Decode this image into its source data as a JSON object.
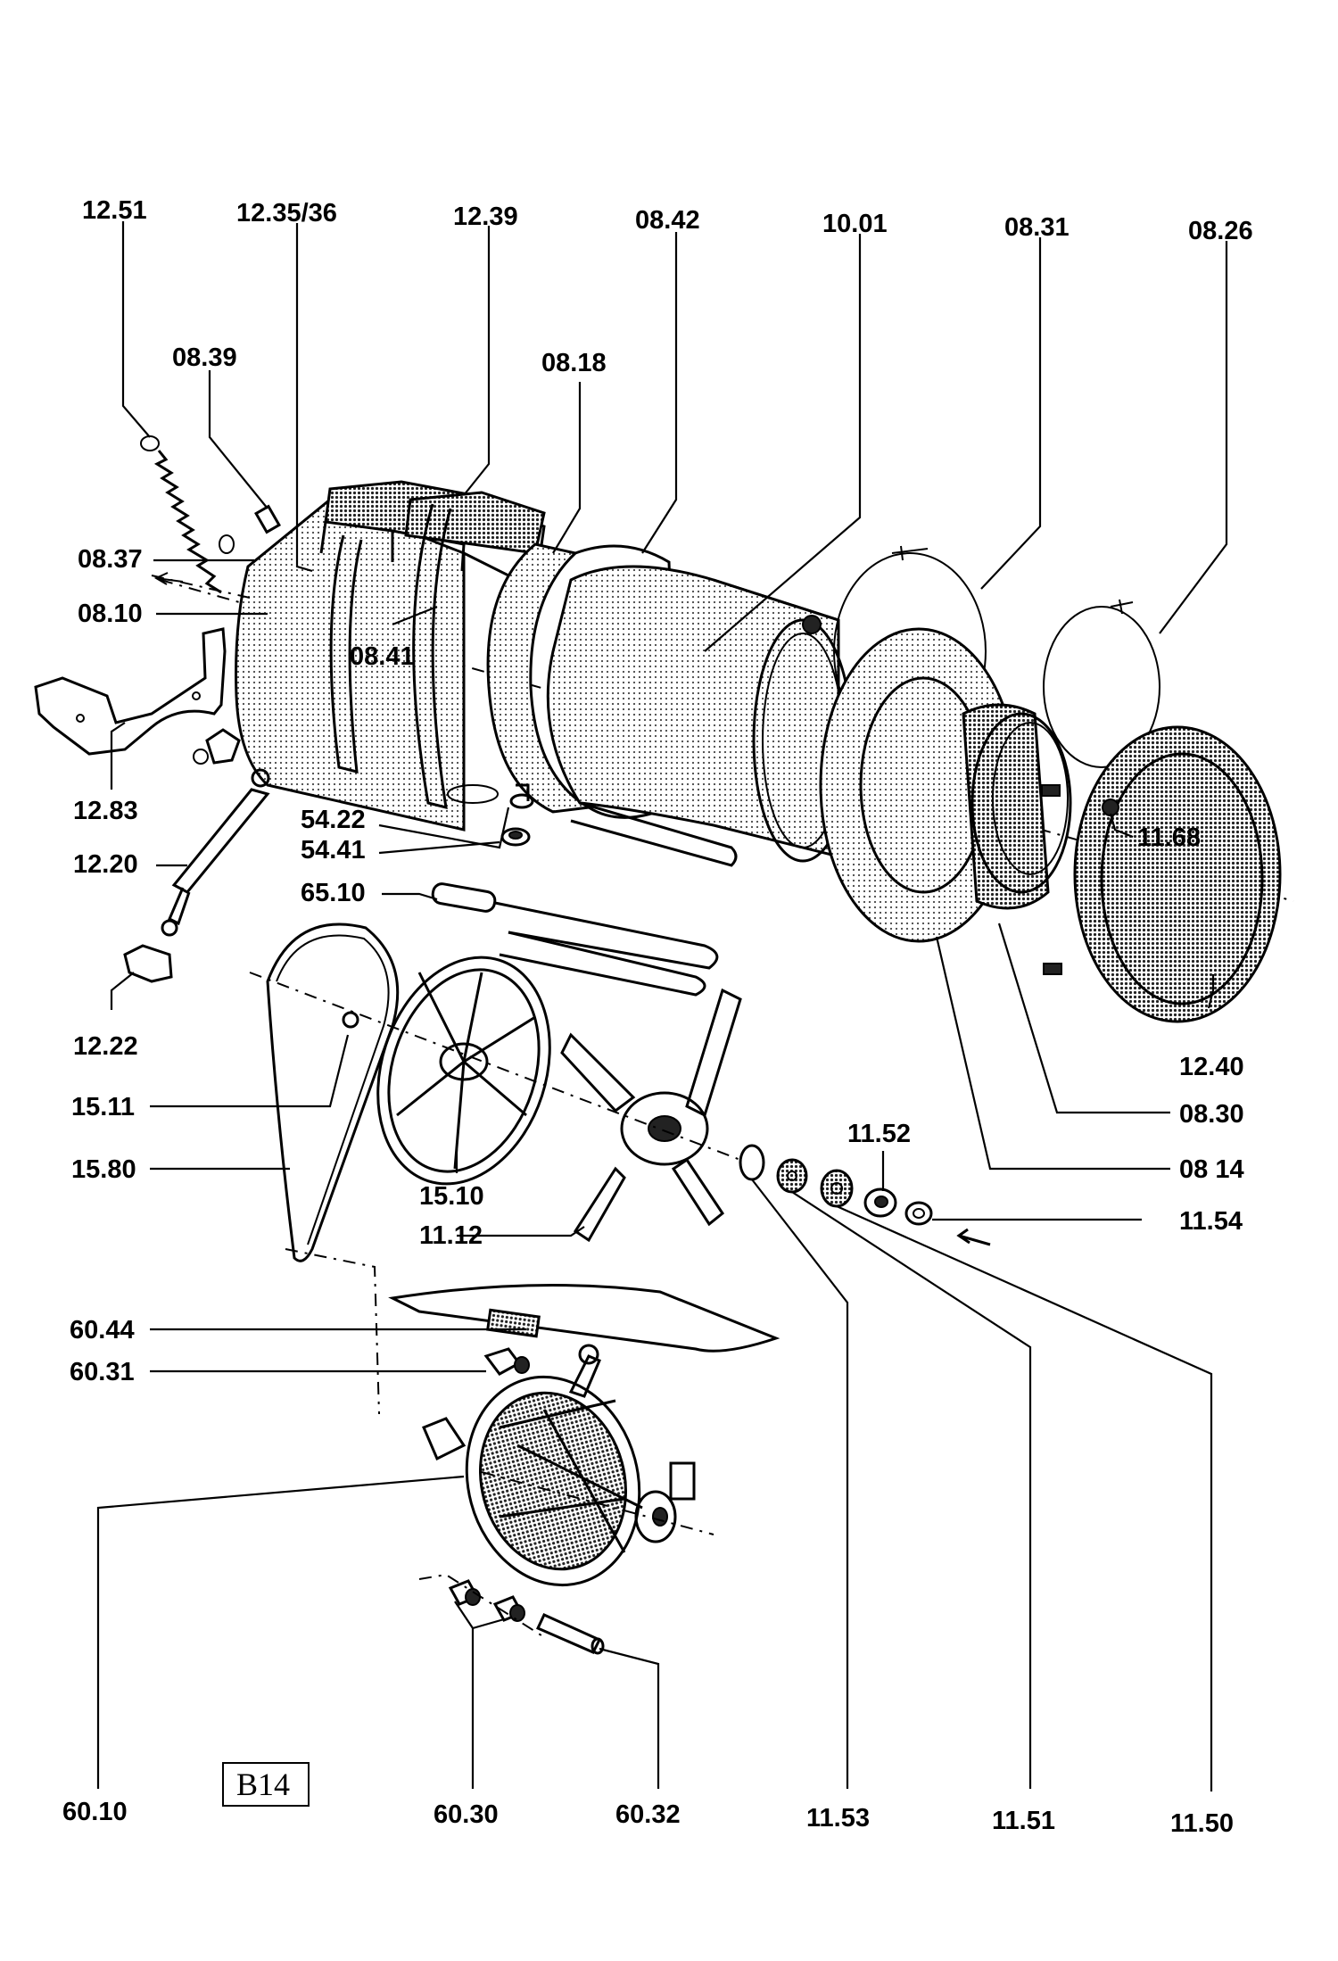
{
  "labels": {
    "l1251": "12.51",
    "l1235": "12.35/36",
    "l1239": "12.39",
    "l0842": "08.42",
    "l1001": "10.01",
    "l0831": "08.31",
    "l0826": "08.26",
    "l0839": "08.39",
    "l0818": "08.18",
    "l0837": "08.37",
    "l0810": "08.10",
    "l0841": "08.41",
    "l1283": "12.83",
    "l5422": "54.22",
    "l5441": "54.41",
    "l1220": "12.20",
    "l6510": "65.10",
    "l1168": "11.68",
    "l1222": "12.22",
    "l1240": "12.40",
    "l1511": "15.11",
    "l0830": "08.30",
    "l1580": "15.80",
    "l1510": "15.10",
    "l1112": "11.12",
    "l1152": "11.52",
    "l0814": "08 14",
    "l1154": "11.54",
    "l6044": "60.44",
    "l6031": "60.31",
    "l6010": "60.10",
    "l6030": "60.30",
    "l6032": "60.32",
    "l1153": "11.53",
    "l1151": "11.51",
    "l1150": "11.50"
  },
  "frame_label": "B14"
}
